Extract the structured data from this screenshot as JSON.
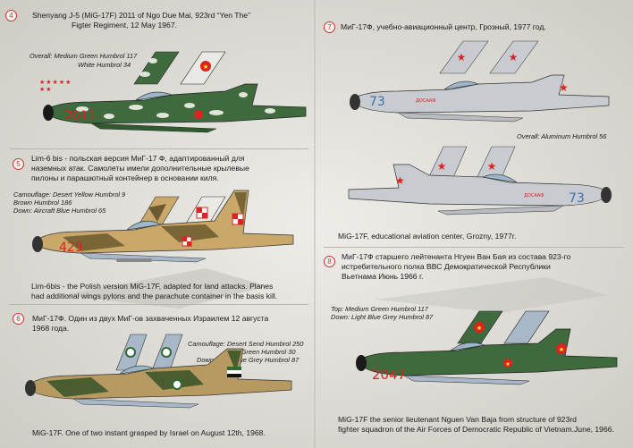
{
  "colors": {
    "marker": "#c33",
    "green_camo": "#3f6a3e",
    "aluminum": "#c8ccd1",
    "desert_yellow": "#c9a86a",
    "blue_grey": "#a9b8c8",
    "red": "#d22",
    "dark_green": "#2f5a2e"
  },
  "sections": [
    {
      "number": "4",
      "caption_line1": "Shenyang J-5 (MiG-17F) 2011 of Ngo Due Mai, 923rd “Yen The”",
      "caption_line2": "Figter Regiment, 12 May 1967.",
      "paint_line1": "Overall: Medium Green Humbrol 117",
      "paint_line2": "White Humbrol  34",
      "tail_code": "2011"
    },
    {
      "number": "7",
      "caption": "МиГ-17Ф, учебно-авиационный центр, Грозный, 1977 год.",
      "paint": "Overall: Aluminum Humbrol  56",
      "code": "73",
      "fuselage_text": "ДОСААФ",
      "caption_en": "MiG-17F, educational aviation center, Grozny, 1977r."
    },
    {
      "number": "5",
      "caption_ru_1": "Lim-6 bis - польская версия МиГ-17 Ф, адаптированный для",
      "caption_ru_2": "наземных атак. Самолеты имели дополнительные крылевые",
      "caption_ru_3": "пилоны и парашютный контейнер в основании киля.",
      "paint_1": "Camouflage: Desert Yellow Humbrol 9",
      "paint_2": "Brown Humbrol 186",
      "paint_3": "Down: Aircraft Blue Humbrol 65",
      "code": "429",
      "caption_en_1": "Lim-6bis - the Polish version MiG-17F, adapted for land attacks. Planes",
      "caption_en_2": "had additional wings pylons and the parachute container in the basis kill."
    },
    {
      "number": "8",
      "caption_ru_1": "МиГ-17Ф старшего лейтенанта Нгуен Ван Бая из состава 923-го",
      "caption_ru_2": "истребительного полка ВВС Демократической Республики",
      "caption_ru_3": "Вьетнама Июнь 1966 г.",
      "paint_1": "Top: Medium  Green Humbrol  117",
      "paint_2": "Down: Light Blue Grey Humbrol 87",
      "code": "2047",
      "caption_en_1": "MiG-17F the senior lieutenant Nguen Van Baja from structure of 923rd",
      "caption_en_2": "fighter squadron of the Air Forces of Democratic Republic of Vietnam.June, 1966."
    },
    {
      "number": "6",
      "caption_ru_1": "МиГ-17Ф. Один из двух МиГ-ов захваченных Израилем  12 августа",
      "caption_ru_2": "1968 года.",
      "paint_1": "Camouflage: Desert Send Humbrol 250",
      "paint_2": "Dark Green Humbrol 30",
      "paint_3": "Down:  Light Blue Grey Humbrol 87",
      "caption_en": "MiG-17F. One of two instant grasped by Israel on August 12th, 1968."
    }
  ]
}
